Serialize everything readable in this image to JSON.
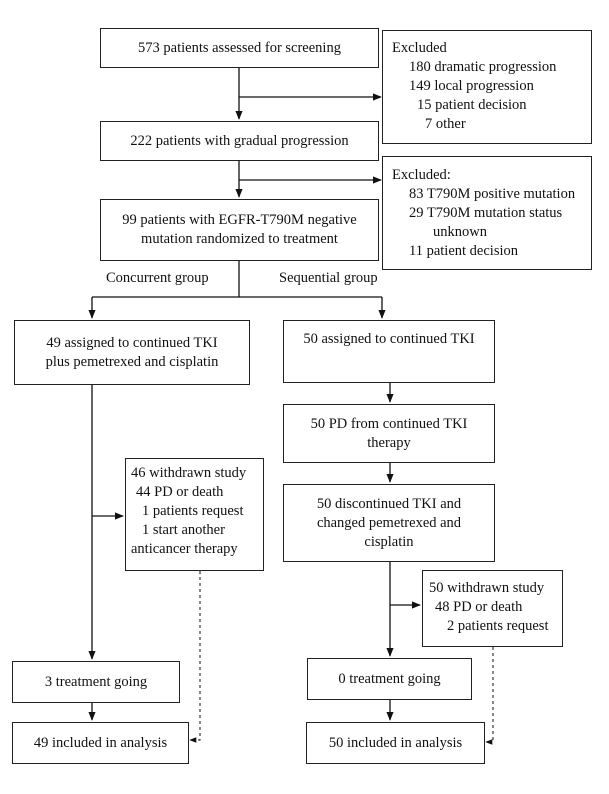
{
  "screening": {
    "text": "573 patients assessed for screening"
  },
  "excluded1": {
    "title": "Excluded",
    "items": [
      "180 dramatic progression",
      "149 local progression",
      "15 patient decision",
      "7 other"
    ]
  },
  "gradual": {
    "text": "222 patients with gradual progression"
  },
  "excluded2": {
    "title": "Excluded:",
    "items": [
      "83 T790M positive mutation",
      "29 T790M mutation status",
      "unknown",
      "11 patient decision"
    ]
  },
  "randomized": {
    "lines": [
      "99 patients with EGFR-T790M negative",
      "mutation randomized to treatment"
    ]
  },
  "groups": {
    "concurrent": "Concurrent group",
    "sequential": "Sequential group"
  },
  "concurrent": {
    "assigned": [
      "49 assigned to continued TKI",
      "plus pemetrexed and cisplatin"
    ],
    "withdrawn": [
      "46 withdrawn study",
      "44 PD or death",
      "1 patients request",
      "1 start another",
      "anticancer therapy"
    ],
    "ongoing": "3 treatment going",
    "analysis": "49 included in analysis"
  },
  "sequential": {
    "assigned": "50 assigned to continued TKI",
    "pd": [
      "50 PD from continued TKI",
      "therapy"
    ],
    "discontinued": [
      "50 discontinued TKI and",
      "changed pemetrexed and",
      "cisplatin"
    ],
    "withdrawn": [
      "50 withdrawn study",
      "48 PD or death",
      "2 patients request"
    ],
    "ongoing": "0 treatment going",
    "analysis": "50 included in analysis"
  }
}
